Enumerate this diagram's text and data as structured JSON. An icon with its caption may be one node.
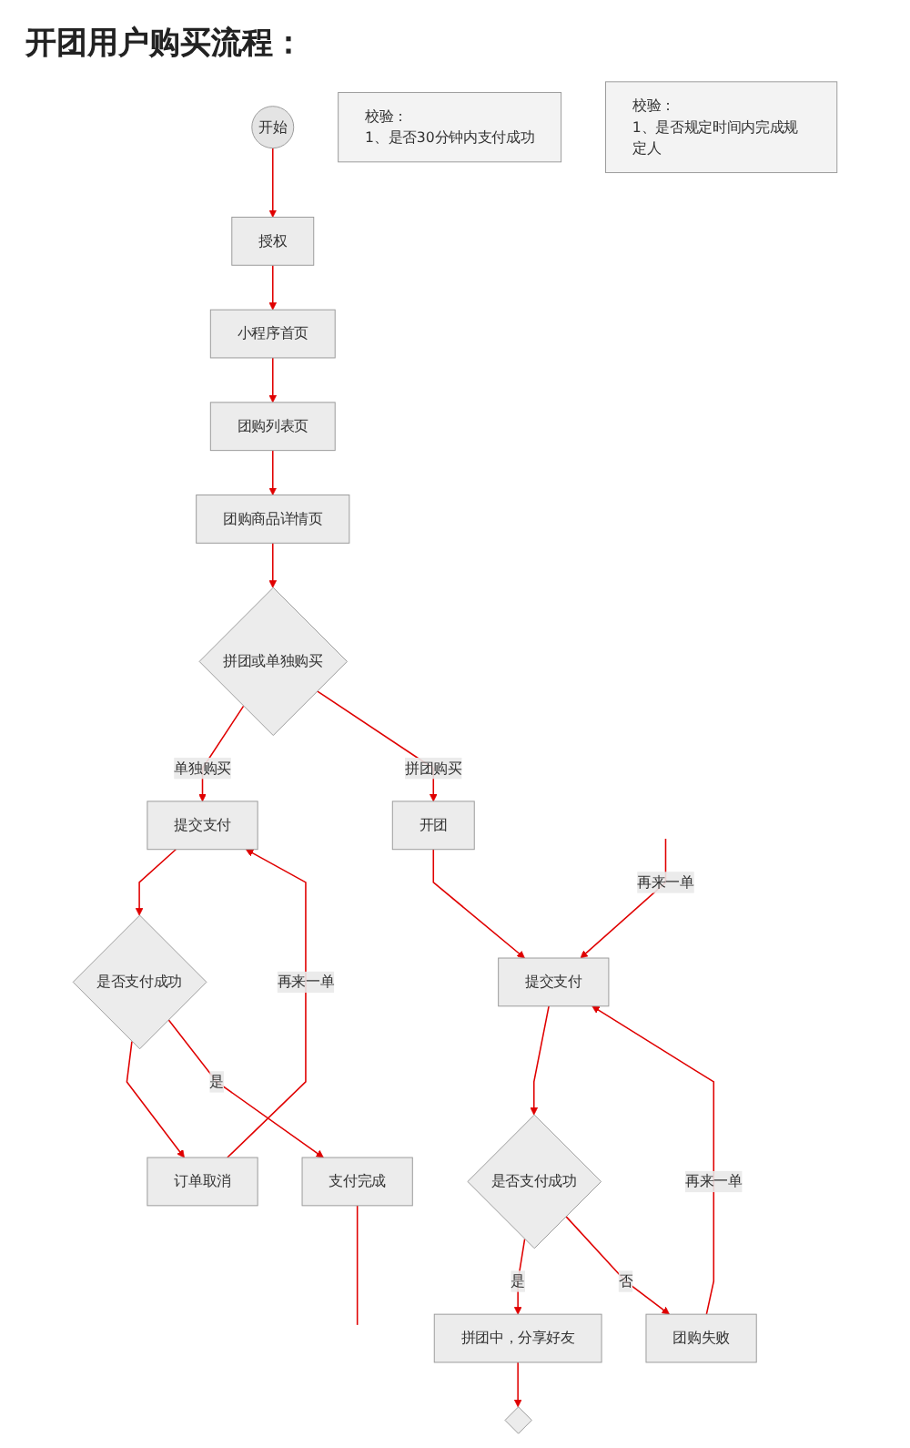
{
  "diagram": {
    "title": "开团用户购买流程：",
    "nodes": [
      {
        "text": [
          "开始"
        ]
      },
      {
        "text": [
          "授权"
        ]
      },
      {
        "text": [
          "小程序首页"
        ]
      },
      {
        "text": [
          "团购列表页"
        ]
      },
      {
        "text": [
          "团购商品详情页"
        ]
      },
      {
        "text": [
          "拼团或单独购买"
        ]
      },
      {
        "text": [
          "提交支付"
        ]
      },
      {
        "text": [
          "开团"
        ]
      },
      {
        "text": [
          "提交支付"
        ]
      },
      {
        "text": [
          "是否支付成功"
        ]
      },
      {
        "text": [
          "校验：",
          "1、是否30分钟内支付成功"
        ]
      },
      {
        "text": [
          "是否支付成功"
        ]
      },
      {
        "text": [
          "订单取消"
        ]
      },
      {
        "text": [
          "支付完成"
        ]
      },
      {
        "text": [
          "拼团中，分享好友"
        ]
      },
      {
        "text": [
          "团购失败"
        ]
      },
      {
        "text": [
          "校验：",
          "1、是否规定时间内完成规定人"
        ]
      },
      {
        "text": [],
        "shape": "diamond"
      }
    ],
    "edges": [
      {
        "from": 0,
        "to": 1,
        "arrow": "to"
      },
      {
        "from": 1,
        "to": 2,
        "arrow": "to"
      },
      {
        "from": 2,
        "to": 3,
        "arrow": "to"
      },
      {
        "from": 3,
        "to": 4,
        "arrow": "to"
      },
      {
        "from": 4,
        "to": 5,
        "arrow": "to"
      },
      {
        "from": 5,
        "to": 6,
        "arrow": "to",
        "label": "单独购买"
      },
      {
        "from": 5,
        "to": 7,
        "arrow": "to",
        "label": "拼团购买"
      },
      {
        "from": 7,
        "to": 8,
        "arrow": "to"
      },
      {
        "from": 6,
        "to": 9,
        "arrow": "to"
      },
      {
        "from": 8,
        "to": 11,
        "arrow": "to"
      },
      {
        "from": 9,
        "to": 12,
        "arrow": "to"
      },
      {
        "from": 9,
        "to": 13,
        "arrow": "to",
        "label": "是"
      },
      {
        "from": 12,
        "to": 6,
        "arrow": "to",
        "label": "再来一单"
      },
      {
        "from": 11,
        "to": 14,
        "arrow": "to",
        "label": "是"
      },
      {
        "from": 11,
        "to": 15,
        "arrow": "to",
        "label": "否"
      },
      {
        "from": 15,
        "to": 8,
        "arrow": "to",
        "label": "再来一单"
      },
      {
        "from": null,
        "to": 8,
        "arrow": "to",
        "label": "再来一单"
      },
      {
        "from": 14,
        "to": 17,
        "arrow": "to"
      },
      {
        "from": 13,
        "to": null,
        "arrow": "none"
      }
    ]
  }
}
